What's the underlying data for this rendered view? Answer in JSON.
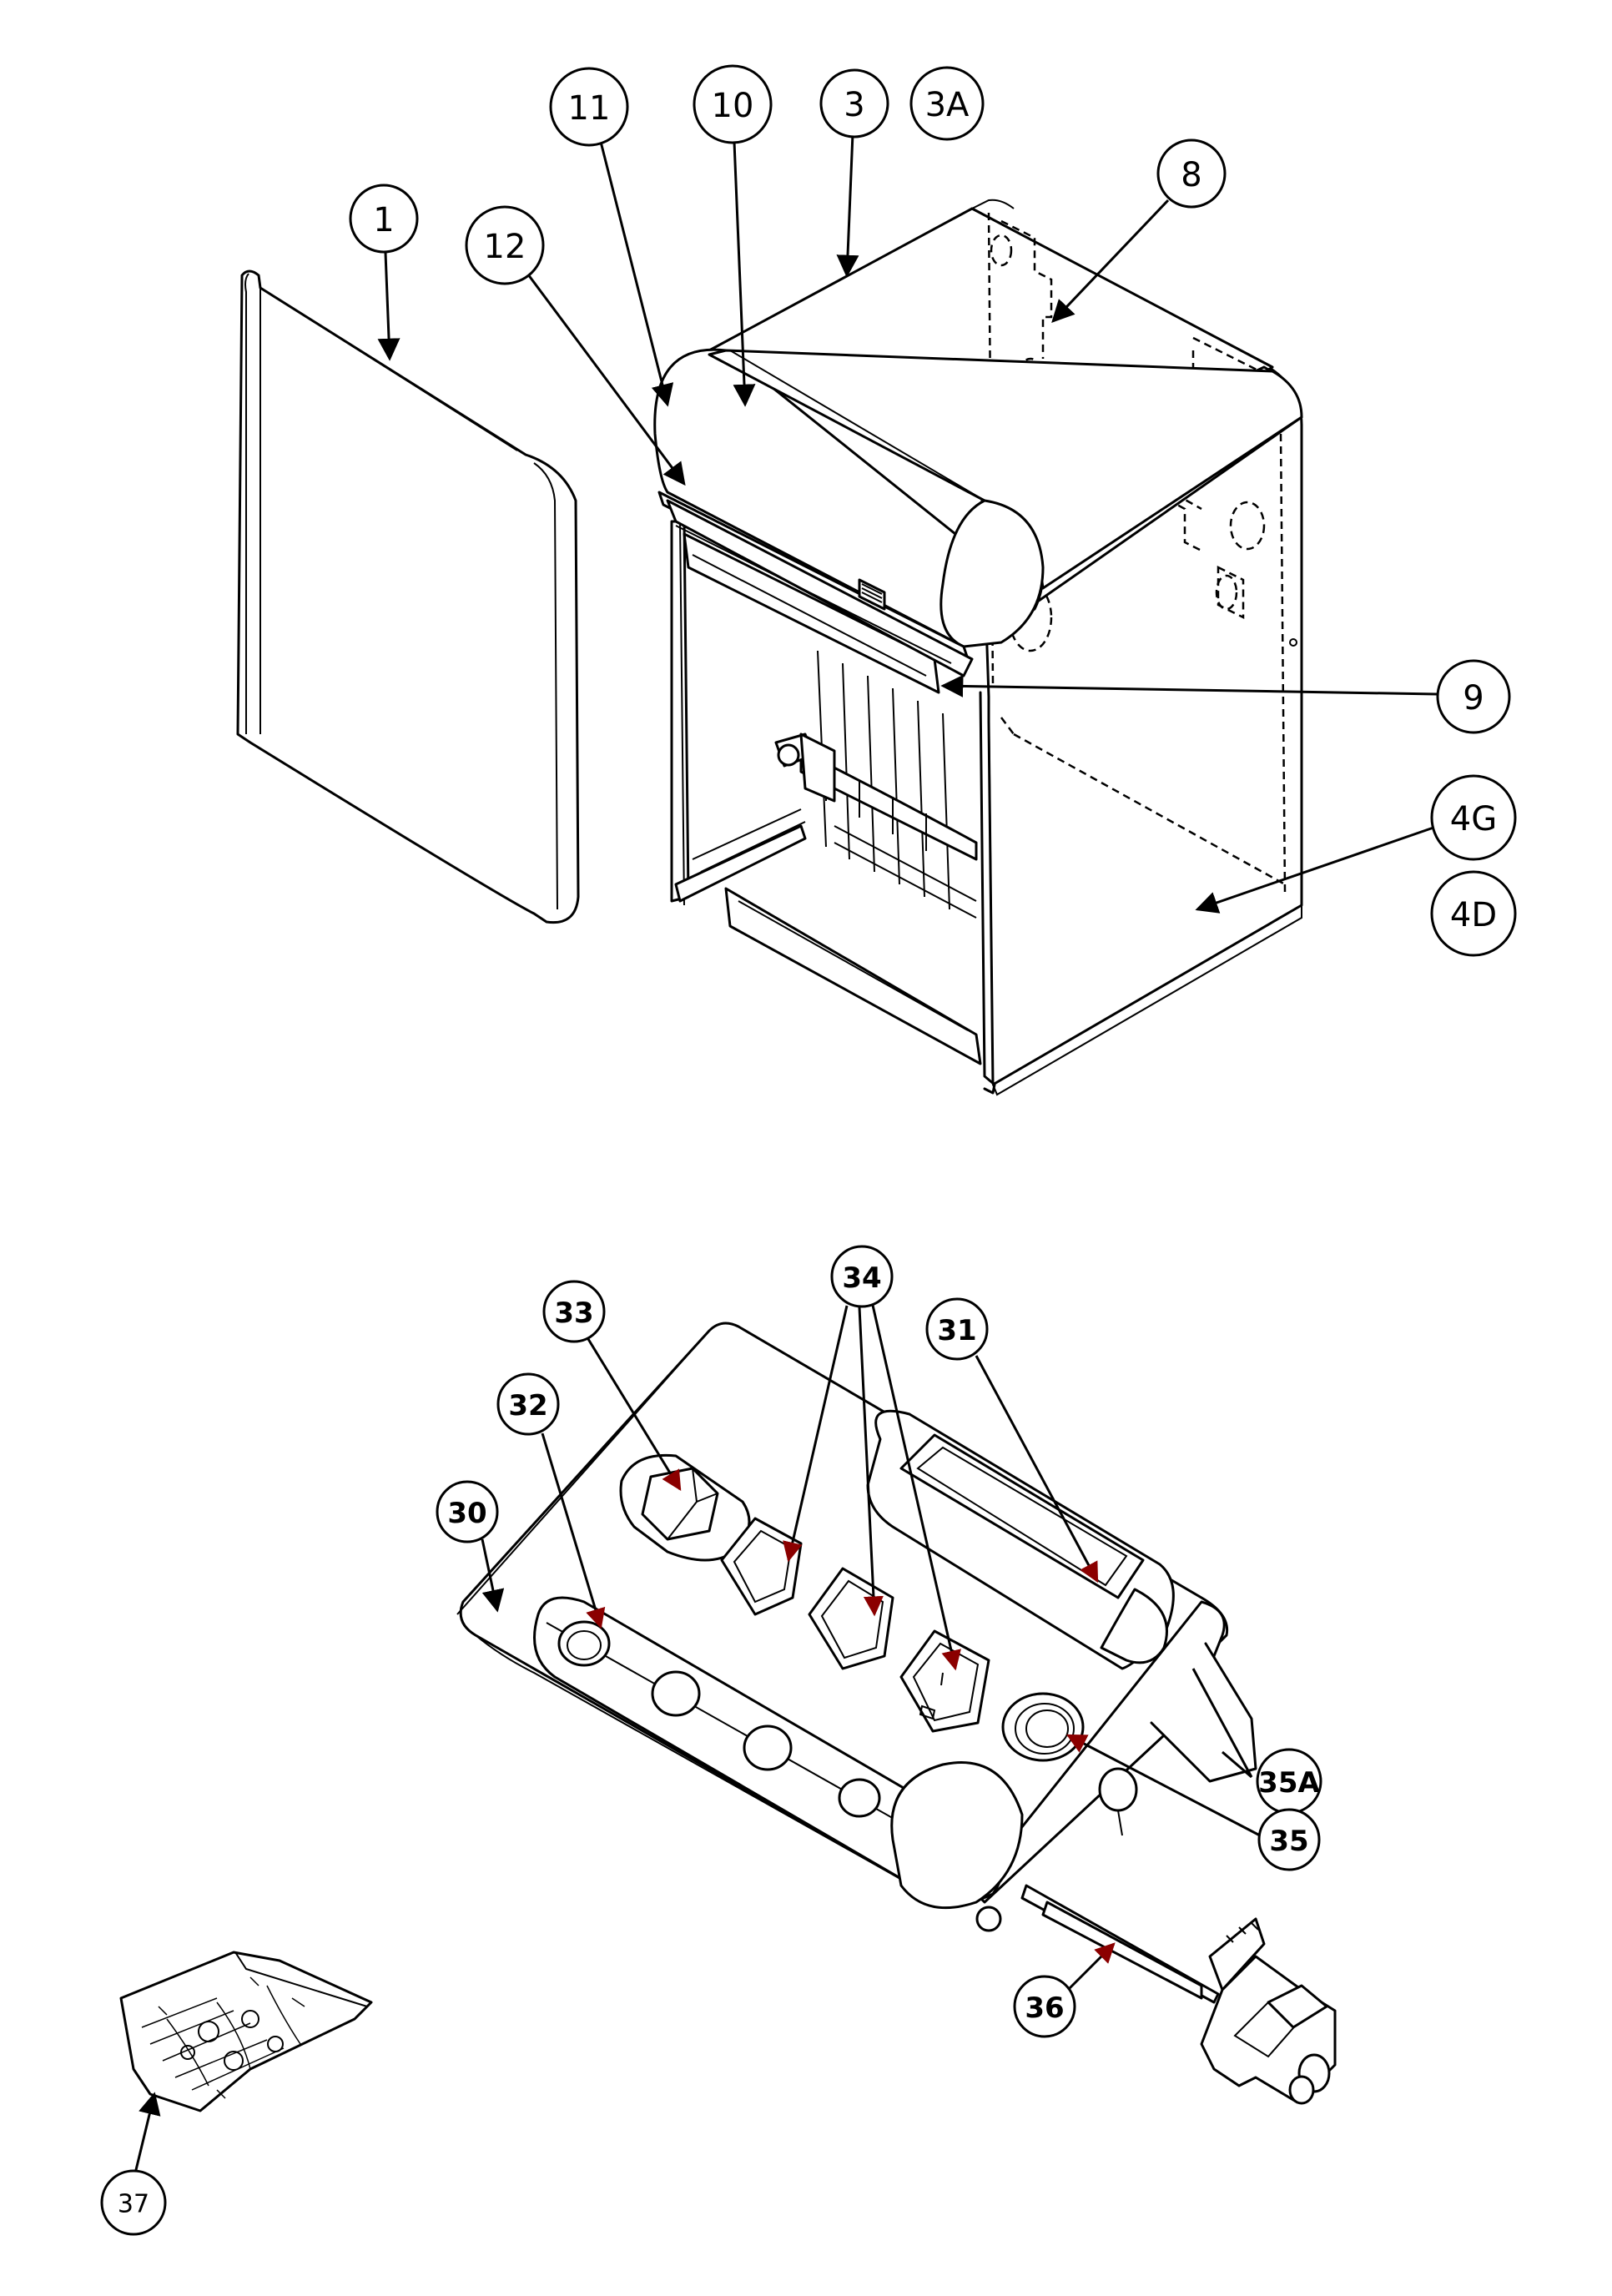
{
  "callouts": [
    {
      "id": "c1",
      "label": "1"
    },
    {
      "id": "c3",
      "label": "3"
    },
    {
      "id": "c3a",
      "label": "3A"
    },
    {
      "id": "c4d",
      "label": "4D"
    },
    {
      "id": "c4g",
      "label": "4G"
    },
    {
      "id": "c8",
      "label": "8"
    },
    {
      "id": "c9",
      "label": "9"
    },
    {
      "id": "c10",
      "label": "10"
    },
    {
      "id": "c11",
      "label": "11"
    },
    {
      "id": "c12",
      "label": "12"
    },
    {
      "id": "c30",
      "label": "30"
    },
    {
      "id": "c31",
      "label": "31"
    },
    {
      "id": "c32",
      "label": "32"
    },
    {
      "id": "c33",
      "label": "33"
    },
    {
      "id": "c34",
      "label": "34"
    },
    {
      "id": "c35",
      "label": "35"
    },
    {
      "id": "c35a",
      "label": "35A"
    },
    {
      "id": "c36",
      "label": "36"
    },
    {
      "id": "c37",
      "label": "37"
    }
  ],
  "colors": {
    "line": "#000000",
    "background": "#ffffff",
    "arrow_accent": "#8b0000"
  }
}
